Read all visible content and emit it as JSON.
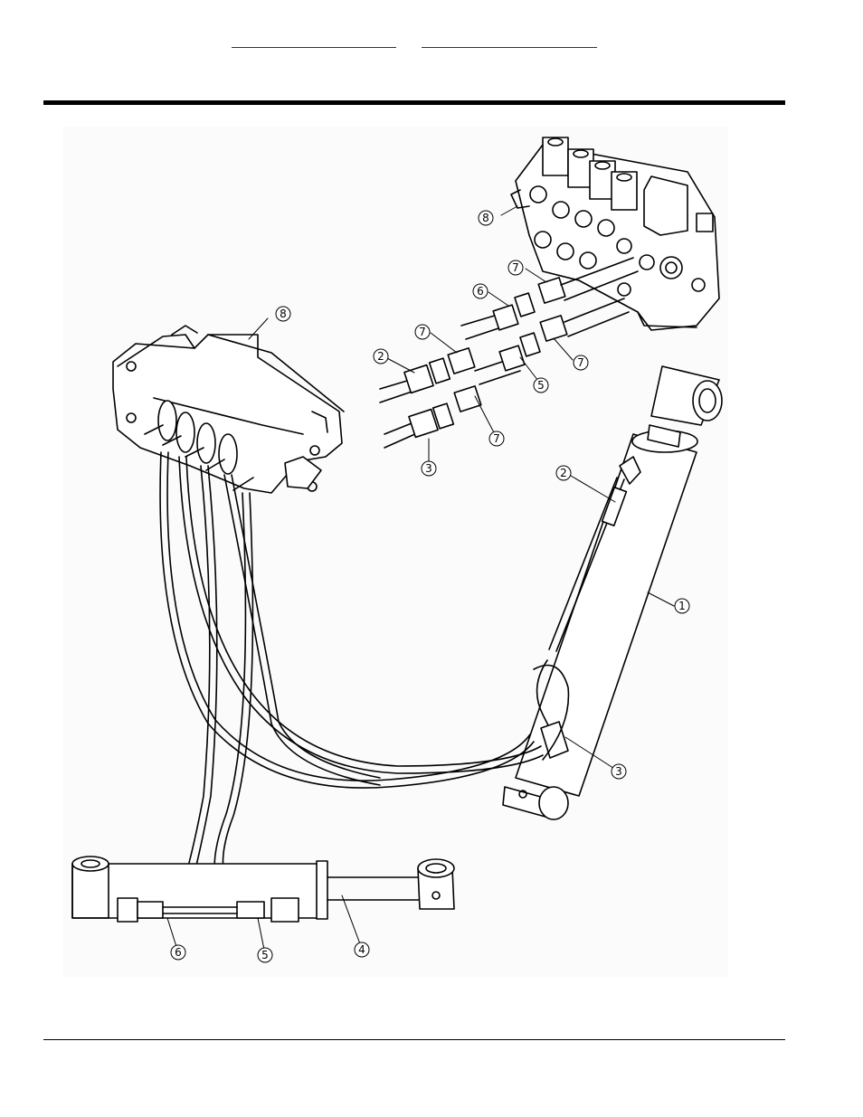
{
  "header": {
    "links": [
      "",
      ""
    ]
  },
  "diagram": {
    "callouts": [
      "1",
      "2",
      "3",
      "4",
      "5",
      "6",
      "7",
      "8"
    ]
  }
}
